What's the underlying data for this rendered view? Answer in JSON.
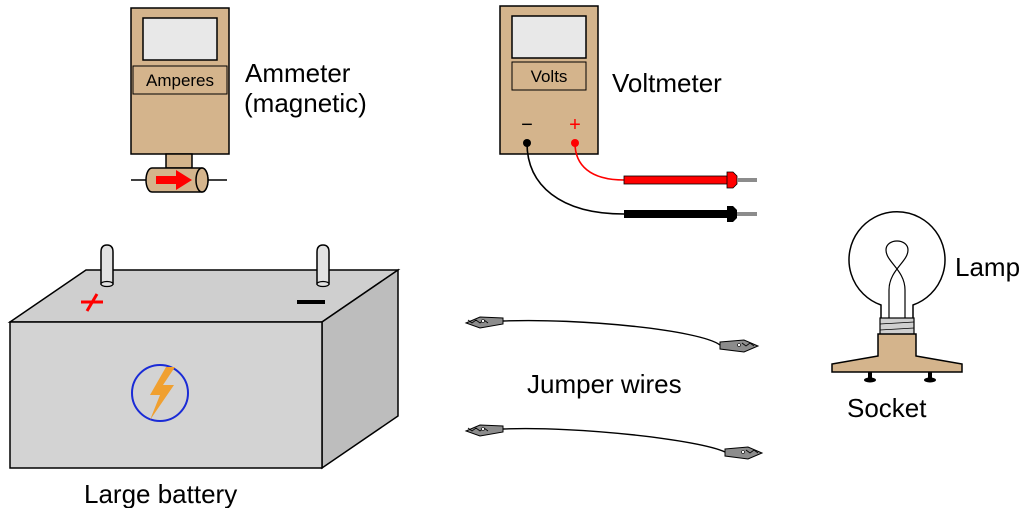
{
  "ammeter": {
    "display_label": "Amperes",
    "name_line1": "Ammeter",
    "name_line2": "(magnetic)"
  },
  "voltmeter": {
    "display_label": "Volts",
    "name": "Voltmeter",
    "negative_symbol": "−",
    "positive_symbol": "+"
  },
  "battery": {
    "name": "Large battery"
  },
  "jumpers": {
    "name": "Jumper wires"
  },
  "lamp": {
    "name": "Lamp",
    "socket_name": "Socket"
  },
  "colors": {
    "meter_body": "#d4b48c",
    "display": "#e8e8e8",
    "positive_red": "#ff0000",
    "battery_front": "#d3d3d3",
    "battery_top": "#cfcfcf",
    "bolt_orange": "#f0a030",
    "bolt_ring": "#1a2bd6",
    "socket_tan": "#d4b48c",
    "clip_gray": "#8c8c8c"
  },
  "icons": [
    "lightning-bolt-icon",
    "current-arrow-icon"
  ]
}
